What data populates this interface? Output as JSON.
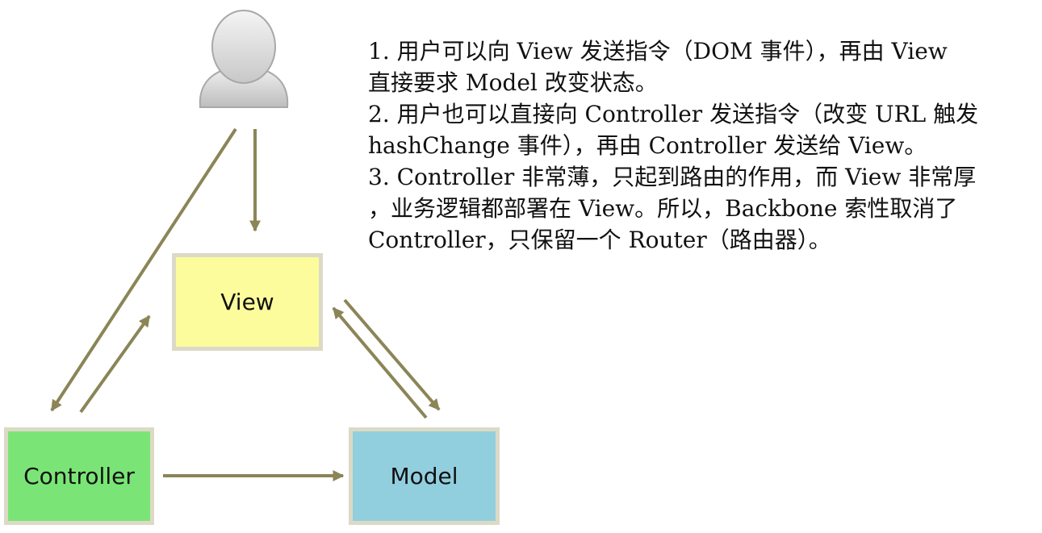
{
  "diagram": {
    "nodes": {
      "user": {
        "icon": "user-icon"
      },
      "view": {
        "label": "View"
      },
      "controller": {
        "label": "Controller"
      },
      "model": {
        "label": "Model"
      }
    },
    "edges": [
      {
        "from": "user",
        "to": "view"
      },
      {
        "from": "user",
        "to": "controller"
      },
      {
        "from": "controller",
        "to": "view"
      },
      {
        "from": "controller",
        "to": "model"
      },
      {
        "from": "view",
        "to": "model"
      },
      {
        "from": "model",
        "to": "view"
      }
    ],
    "colors": {
      "arrow": "#8b8557",
      "box_border": "#dcdac6",
      "view_fill": "#fcfc9c",
      "controller_fill": "#7ae576",
      "model_fill": "#92cfde"
    }
  },
  "notes": {
    "lines": [
      "1. 用户可以向 View 发送指令（DOM 事件），再由 View",
      "直接要求 Model 改变状态。",
      "2. 用户也可以直接向 Controller 发送指令（改变 URL 触发",
      "hashChange 事件），再由 Controller 发送给 View。",
      "3. Controller 非常薄，只起到路由的作用，而 View 非常厚",
      "，业务逻辑都部署在 View。所以，Backbone 索性取消了",
      "Controller，只保留一个 Router（路由器）。"
    ]
  }
}
